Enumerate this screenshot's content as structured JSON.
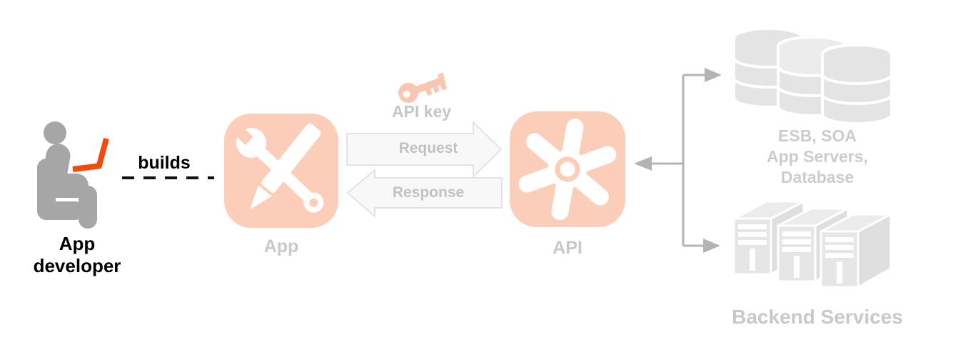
{
  "nodes": {
    "developer": {
      "label": "App developer"
    },
    "app": {
      "label": "App"
    },
    "api": {
      "label": "API"
    },
    "esb": {
      "line1": "ESB, SOA",
      "line2": "App Servers,",
      "line3": "Database"
    },
    "backend_services": {
      "label": "Backend Services"
    }
  },
  "edges": {
    "builds": {
      "label": "builds"
    },
    "request": {
      "label": "Request"
    },
    "response": {
      "label": "Response"
    },
    "api_key": {
      "label": "API key"
    }
  },
  "icons": {
    "developer": "person-at-laptop-icon",
    "app": "wrench-pencil-icon",
    "api_key": "key-icon",
    "api": "asterisk-cog-icon",
    "esb": "database-stack-icon",
    "backend_services": "server-towers-icon"
  },
  "colors": {
    "node_accent_salmon": "#fccdb9",
    "laptop_orange": "#f4490e",
    "label_gray": "#c9c9c9",
    "arrow_fill": "#f8f8f8",
    "arrow_border": "#e3e3e3",
    "connector_gray": "#b3b3b3",
    "silhouette_gray": "#a6a6a6",
    "backend_icon_gray": "#e5e5e5",
    "text_black": "#000000"
  }
}
